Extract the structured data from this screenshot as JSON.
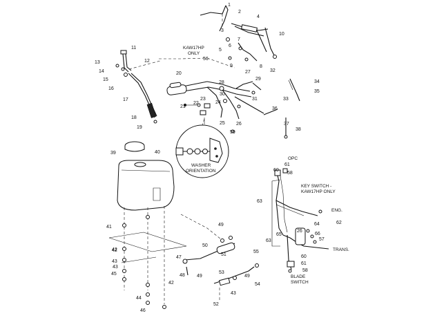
{
  "callouts": [
    "1",
    "2",
    "3",
    "4",
    "5",
    "6",
    "7",
    "8",
    "9",
    "10",
    "11",
    "12",
    "13",
    "14",
    "15",
    "16",
    "17",
    "18",
    "19",
    "20",
    "21",
    "22",
    "23",
    "24",
    "25",
    "26",
    "27",
    "28",
    "29",
    "30",
    "31",
    "32",
    "33",
    "34",
    "35",
    "36",
    "37",
    "38",
    "39",
    "40",
    "41",
    "42",
    "43",
    "44",
    "45",
    "46",
    "47",
    "48",
    "49",
    "50",
    "51",
    "52",
    "53",
    "54",
    "55",
    "56",
    "57",
    "58",
    "59",
    "60",
    "61",
    "62",
    "63",
    "64",
    "65",
    "66"
  ],
  "notes": {
    "kaw17hp_only": [
      "KAW17HP",
      "ONLY"
    ],
    "washer_orientation": [
      "WASHER",
      "ORIENTATION"
    ],
    "key_switch": [
      "KEY SWITCH -",
      "KAW17HP ONLY"
    ],
    "opc": "OPC",
    "eng": "ENG.",
    "trans": "TRANS.",
    "blade_switch": [
      "BLADE",
      "SWITCH"
    ]
  }
}
